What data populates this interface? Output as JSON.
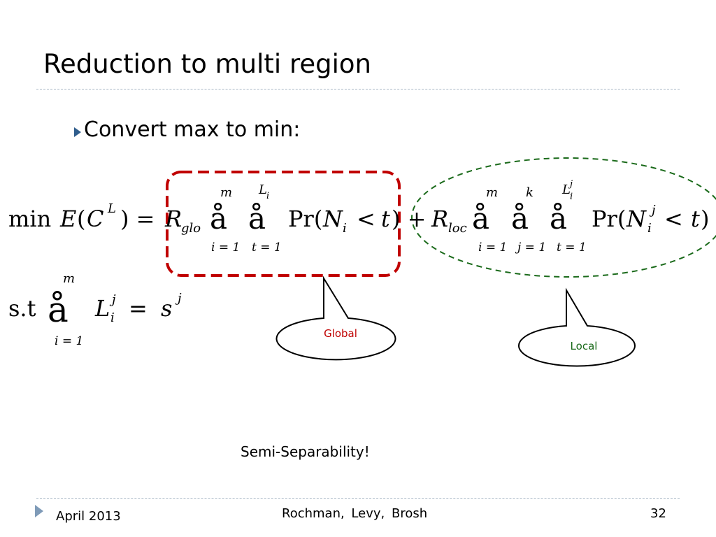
{
  "slide": {
    "title": "Reduction to multi region",
    "bullet": "Convert max to min:"
  },
  "formula": {
    "min": "min",
    "E": "E",
    "open_paren": "(",
    "C": "C",
    "C_sup": "L",
    "close_eq": ") =",
    "R1": "R",
    "R1_sub": "glo",
    "sum_glyph": "å",
    "sum1_upper": "m",
    "sum1_lower": "i = 1",
    "sum2_upper": "L",
    "sum2_upper_sub": "i",
    "sum2_lower": "t = 1",
    "pr1": "Pr(",
    "N1": "N",
    "N1_sub": "i",
    "lt1": "<",
    "t1": "t",
    "close_plus": ") +",
    "R2": "R",
    "R2_sub": "loc",
    "sum3_upper": "m",
    "sum3_lower": "i = 1",
    "sum4_upper": "k",
    "sum4_lower": "j = 1",
    "sum5_upper": "L",
    "sum5_upper_sub": "i",
    "sum5_upper_sup": "j",
    "sum5_lower": "t = 1",
    "pr2": "Pr(",
    "N2": "N",
    "N2_sub": "i",
    "N2_sup": "j",
    "lt2": "<",
    "t2": "t",
    "close2": ")"
  },
  "constraint": {
    "st": "s.t",
    "upper": "m",
    "lower": "i = 1",
    "L": "L",
    "L_sub": "i",
    "L_sup": "j",
    "eq": "=",
    "s": "s",
    "s_sup": "j"
  },
  "callouts": {
    "global": "Global",
    "local": "Local",
    "global_color": "#c00000",
    "local_color": "#1a6a1a"
  },
  "note": "Semi-Separability!",
  "footer": {
    "date": "April 2013",
    "authors": "Rochman,  Levy,  Brosh",
    "page": "32"
  },
  "colors": {
    "bullet_arrow": "#2f5d8c",
    "rule": "#a9b7c6"
  }
}
